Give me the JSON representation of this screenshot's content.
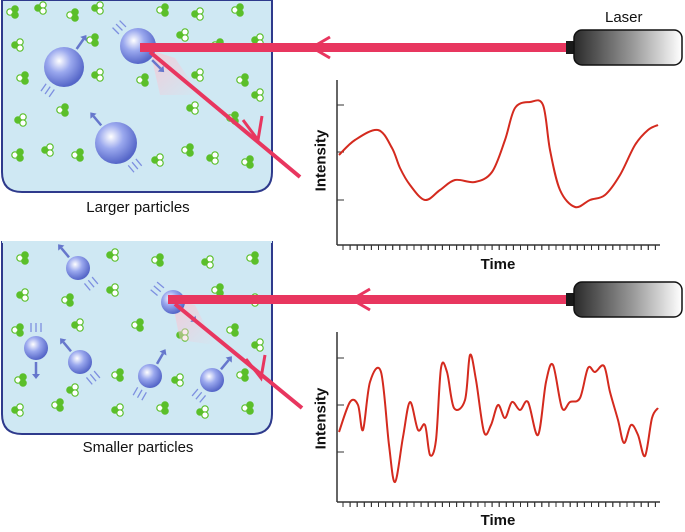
{
  "labels": {
    "laser": "Laser",
    "larger_caption": "Larger particles",
    "smaller_caption": "Smaller particles",
    "time_label": "Time",
    "intensity_label": "Intensity"
  },
  "colors": {
    "container_fill": "#cfe8f3",
    "container_stroke": "#2e3a8c",
    "beam": "#e8365f",
    "signal": "#d42a1e",
    "solvent": "#5bbf2a",
    "particle": "#7d8fe0",
    "axis": "#333333"
  },
  "icons": [
    "laser-device-icon",
    "particle-sphere-icon",
    "solvent-molecule-icon",
    "beam-arrow-icon"
  ]
}
